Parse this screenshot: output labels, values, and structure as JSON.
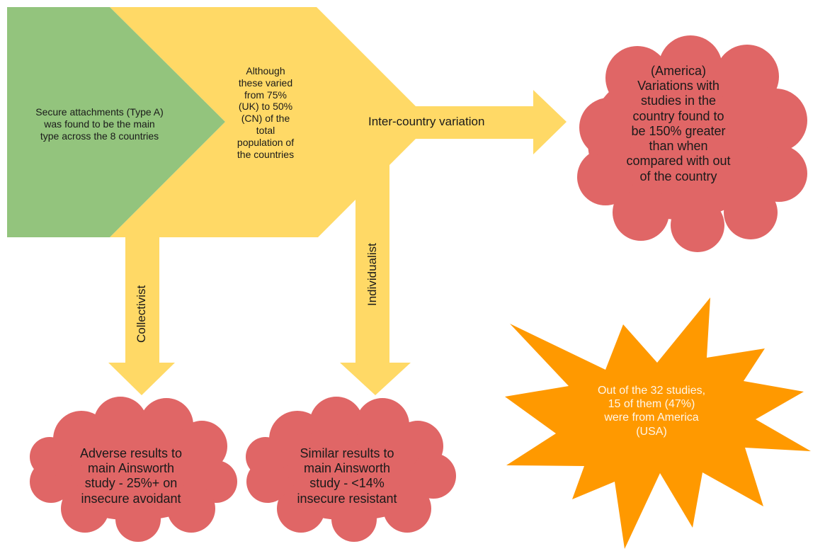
{
  "colors": {
    "green": "#93c47d",
    "yellow": "#ffd966",
    "red": "#e06666",
    "orange": "#ff9900",
    "text": "#1a1a1a",
    "star_text": "#fff6e8"
  },
  "nodes": {
    "secure": {
      "lines": [
        "Secure attachments (Type A)",
        "was found to be the main",
        "type across the 8 countries"
      ]
    },
    "variation": {
      "lines": [
        "Although",
        "these varied",
        "from 75%",
        "(UK) to 50%",
        "(CN) of the",
        "total",
        "population of",
        "the countries"
      ]
    },
    "inter_country_arrow": {
      "label": "Inter-country variation"
    },
    "collectivist_arrow": {
      "label": "Collectivist"
    },
    "individualist_arrow": {
      "label": "Individualist"
    },
    "america_cloud": {
      "lines": [
        "(America)",
        "Variations with",
        "studies in the",
        "country found to",
        "be 150% greater",
        "than when",
        "compared with out",
        "of the country"
      ]
    },
    "adverse_cloud": {
      "lines": [
        "Adverse results to",
        "main Ainsworth",
        "study - 25%+ on",
        "insecure avoidant"
      ]
    },
    "similar_cloud": {
      "lines": [
        "Similar results to",
        "main Ainsworth",
        "study - <14%",
        "insecure resistant"
      ]
    },
    "studies_star": {
      "lines": [
        "Out of the 32 studies,",
        "15 of them (47%)",
        "were from America",
        "(USA)"
      ]
    }
  }
}
